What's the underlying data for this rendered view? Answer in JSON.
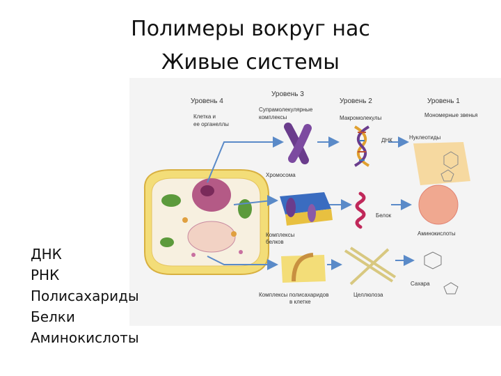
{
  "title": {
    "line1": "Полимеры вокруг нас",
    "line2": "Живые системы"
  },
  "list": [
    "ДНК",
    "РНК",
    "Полисахариды",
    "Белки",
    "Аминокислоты"
  ],
  "diagram": {
    "levels": {
      "level4": "Уровень 4",
      "level3": "Уровень 3",
      "level2": "Уровень 2",
      "level1": "Уровень 1"
    },
    "column_labels": {
      "cell": "Клетка и ее органеллы",
      "supramolecular": "Супрамолекулярные комплексы",
      "macromolecules": "Макромолекулы",
      "monomers": "Мономерные звенья"
    },
    "item_labels": {
      "chromosome": "Хромосома",
      "dna": "ДНК",
      "nucleotides": "Нуклеотиды",
      "protein_complexes": "Комплексы белков",
      "protein": "Белок",
      "amino_acids": "Аминокислоты",
      "polysaccharide_complexes": "Комплексы полисахаридов в клетке",
      "cellulose": "Целлюлоза",
      "sugars": "Сахара"
    },
    "colors": {
      "cell_wall": "#f3dd78",
      "cytoplasm": "#f7f0e0",
      "nucleus": "#b45a86",
      "chloroplast": "#5c9a3c",
      "chromosome": "#6a3c8c",
      "membrane_blue": "#3a6cc0",
      "membrane_yellow": "#e8c040",
      "protein": "#c0285a",
      "amino_sphere": "#f0a890",
      "nucleotide_block": "#f6d9a0",
      "cellulose": "#e8dca0",
      "arrow": "#5a8ac8"
    }
  }
}
